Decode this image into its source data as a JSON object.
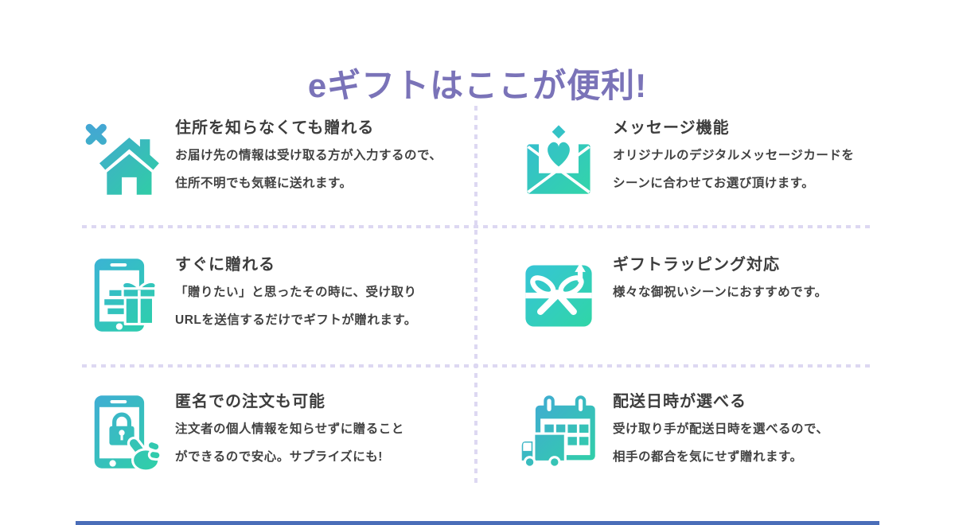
{
  "page": {
    "title": "eギフトはここが便利!",
    "title_color": "#7a73b8",
    "divider_color": "#ddd8f2",
    "footer_bar_color": "#4a6db8",
    "icon_gradient": [
      "#47a0db",
      "#2ed1a1"
    ]
  },
  "features": [
    {
      "icon": "house-no-address-icon",
      "title": "住所を知らなくても贈れる",
      "lines": [
        "お届け先の情報は受け取る方が入力するので、",
        "住所不明でも気軽に送れます。"
      ]
    },
    {
      "icon": "message-card-heart-icon",
      "title": "メッセージ機能",
      "lines": [
        "オリジナルのデジタルメッセージカードを",
        "シーンに合わせてお選び頂けます。"
      ]
    },
    {
      "icon": "phone-gift-icon",
      "title": "すぐに贈れる",
      "lines": [
        "「贈りたい」と思ったその時に、受け取り",
        "URLを送信するだけでギフトが贈れます。"
      ]
    },
    {
      "icon": "gift-wrapping-icon",
      "title": "ギフトラッピング対応",
      "lines": [
        "様々な御祝いシーンにおすすめです。"
      ]
    },
    {
      "icon": "anonymous-phone-lock-icon",
      "title": "匿名での注文も可能",
      "lines": [
        "注文者の個人情報を知らせずに贈ること",
        "ができるので安心。サプライズにも!"
      ]
    },
    {
      "icon": "calendar-truck-icon",
      "title": "配送日時が選べる",
      "lines": [
        "受け取り手が配送日時を選べるので、",
        "相手の都合を気にせず贈れます。"
      ]
    }
  ]
}
